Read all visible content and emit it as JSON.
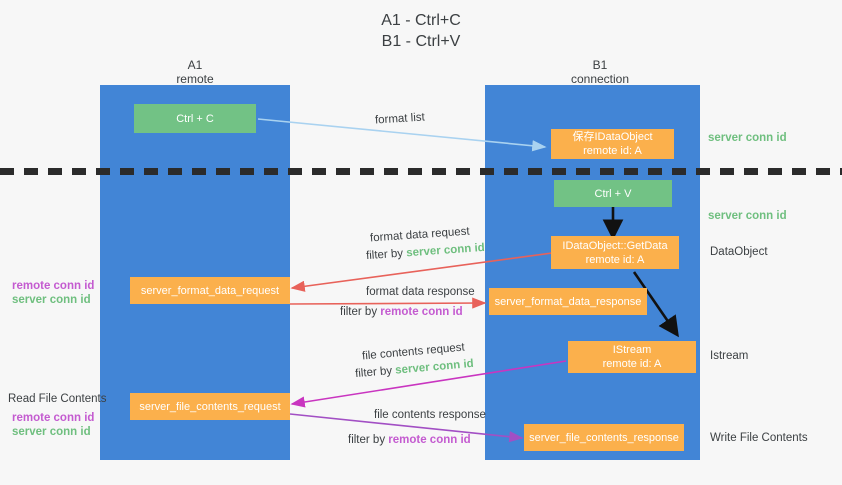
{
  "title": "A1 - Ctrl+C\nB1 - Ctrl+V",
  "lanes": [
    {
      "name": "A1",
      "sub": "remote",
      "header": "A1\nremote"
    },
    {
      "name": "B1",
      "sub": "connection",
      "header": "B1\nconnection"
    }
  ],
  "nodes": {
    "ctrl_c": "Ctrl + C",
    "ctrl_v": "Ctrl + V",
    "idataobject_line1": "保存IDataObject",
    "idataobject_line2": "remote id: A",
    "getdata_line1": "IDataObject::GetData",
    "getdata_line2": "remote id: A",
    "istream_line1": "IStream",
    "istream_line2": "remote id: A",
    "server_format_data_request": "server_format_data_request",
    "server_format_data_response": "server_format_data_response",
    "server_file_contents_request": "server_file_contents_request",
    "server_file_contents_response": "server_file_contents_response"
  },
  "edge_labels": {
    "format_list": "format list",
    "format_data_request": "format data request",
    "format_data_response": "format data response",
    "file_contents_request": "file contents request",
    "file_contents_response": "file contents response",
    "filter_by": "filter by ",
    "server_conn_id": "server conn id",
    "remote_conn_id": "remote conn id"
  },
  "right_labels": {
    "server_conn_id_top": "server conn id",
    "server_conn_id_mid": "server conn id",
    "dataobject": "DataObject",
    "istream": "Istream",
    "write_file_contents": "Write File Contents"
  },
  "left_labels": {
    "remote_conn_id_1": "remote conn id",
    "server_conn_id_1": "server conn id",
    "read_file_contents": "Read File Contents",
    "remote_conn_id_2": "remote conn id",
    "server_conn_id_2": "server conn id"
  },
  "colors": {
    "lane": "#4285d6",
    "green_node": "#72c285",
    "orange_node": "#fbb04c",
    "green_text": "#6fbf7f",
    "purple_text": "#c45bd0",
    "arrow_blue": "#a9d2f0",
    "arrow_red": "#e8625a",
    "arrow_magenta": "#c935c0",
    "arrow_purple": "#a24fc4",
    "arrow_black": "#111111",
    "background": "#f7f7f7"
  }
}
